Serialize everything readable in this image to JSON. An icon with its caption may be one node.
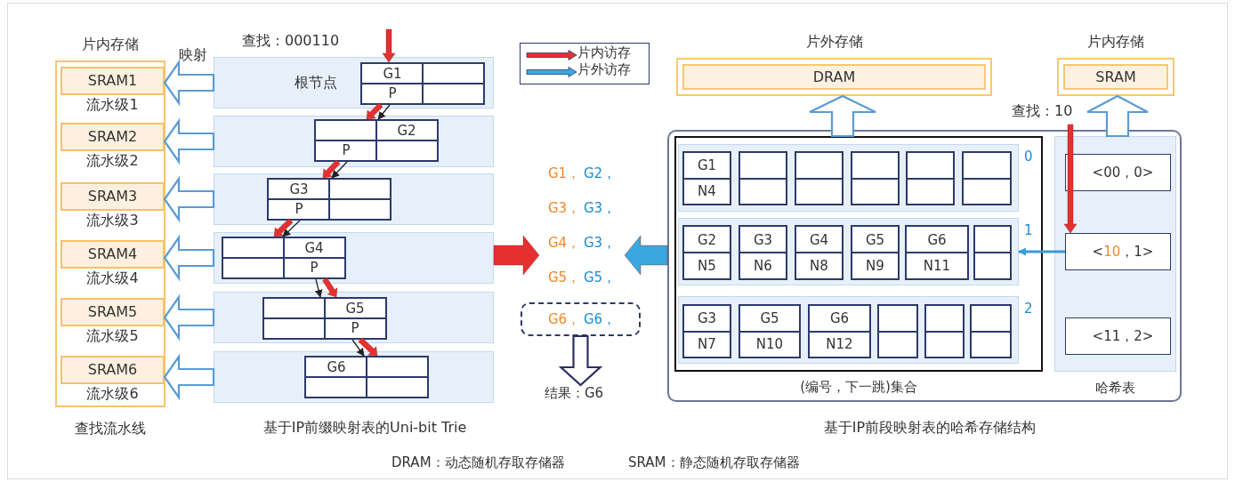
{
  "diagram": {
    "nodes": [
      {
        "text": [
          "片内存储"
        ],
        "beside": [
          "查找流水线"
        ]
      },
      {
        "text": [
          "SRAM1"
        ],
        "in": 0,
        "beside": [
          "流水级1"
        ]
      },
      {
        "text": [
          "SRAM2"
        ],
        "in": 0,
        "beside": [
          "流水级2"
        ]
      },
      {
        "text": [
          "SRAM3"
        ],
        "in": 0,
        "beside": [
          "流水级3"
        ]
      },
      {
        "text": [
          "SRAM4"
        ],
        "in": 0,
        "beside": [
          "流水级4"
        ]
      },
      {
        "text": [
          "SRAM5"
        ],
        "in": 0,
        "beside": [
          "流水级5"
        ]
      },
      {
        "text": [
          "SRAM6"
        ],
        "in": 0,
        "beside": [
          "流水级6"
        ]
      },
      {
        "text": [
          "根节点"
        ]
      },
      {
        "text": [],
        "shape": "box"
      },
      {
        "text": [],
        "shape": "box"
      },
      {
        "text": [],
        "shape": "box"
      },
      {
        "text": [],
        "shape": "box"
      },
      {
        "text": [],
        "shape": "box"
      },
      {
        "text": [
          "G1",
          "P"
        ],
        "in": 7
      },
      {
        "text": [
          "G2",
          "P"
        ],
        "in": 8
      },
      {
        "text": [
          "G3",
          "P"
        ],
        "in": 9
      },
      {
        "text": [
          "G4",
          "P"
        ],
        "in": 10
      },
      {
        "text": [
          "G5",
          "P"
        ],
        "in": 11
      },
      {
        "text": [
          "G6"
        ],
        "in": 12
      },
      {
        "text": [
          "G1，",
          "G2，",
          "G3，",
          "G3，",
          "G4，",
          "G3，",
          "G5，",
          "G5，"
        ]
      },
      {
        "text": [
          "G6，",
          "G6，"
        ]
      },
      {
        "text": [
          "结果：G6"
        ]
      },
      {
        "text": [
          "片外存储",
          "DRAM"
        ]
      },
      {
        "text": [
          "片内存储",
          "SRAM"
        ]
      },
      {
        "text": [],
        "shape": "box"
      },
      {
        "text": [
          "(编号，下一跳)集合"
        ],
        "in": 24
      },
      {
        "text": [],
        "shape": "box",
        "in": 25,
        "beside": [
          "0"
        ]
      },
      {
        "text": [],
        "shape": "box",
        "in": 25,
        "beside": [
          "1"
        ]
      },
      {
        "text": [],
        "shape": "box",
        "in": 25,
        "beside": [
          "2"
        ]
      },
      {
        "text": [
          "G1",
          "N4"
        ],
        "in": 26
      },
      {
        "text": [],
        "shape": "box",
        "in": 26
      },
      {
        "text": [],
        "shape": "box",
        "in": 26
      },
      {
        "text": [],
        "shape": "box",
        "in": 26
      },
      {
        "text": [],
        "shape": "box",
        "in": 26
      },
      {
        "text": [],
        "shape": "box",
        "in": 26
      },
      {
        "text": [
          "G2",
          "N5"
        ],
        "in": 27
      },
      {
        "text": [
          "G3",
          "N6"
        ],
        "in": 27
      },
      {
        "text": [
          "G4",
          "N8"
        ],
        "in": 27
      },
      {
        "text": [
          "G5",
          "N9"
        ],
        "in": 27
      },
      {
        "text": [
          "G6",
          "N11"
        ],
        "in": 27
      },
      {
        "text": [],
        "shape": "box",
        "in": 27
      },
      {
        "text": [
          "G3",
          "N7"
        ],
        "in": 28
      },
      {
        "text": [
          "G5",
          "N10"
        ],
        "in": 28
      },
      {
        "text": [
          "G6",
          "N12"
        ],
        "in": 28
      },
      {
        "text": [],
        "shape": "box",
        "in": 28
      },
      {
        "text": [],
        "shape": "box",
        "in": 28
      },
      {
        "text": [],
        "shape": "box",
        "in": 28
      },
      {
        "text": [
          "哈希表"
        ],
        "in": 24
      },
      {
        "text": [
          "<00，0>"
        ],
        "in": 47
      },
      {
        "text": [
          "<",
          "10",
          "，1>"
        ],
        "in": 47
      },
      {
        "text": [
          "<11，2>"
        ],
        "in": 47
      }
    ],
    "edges": [
      {
        "from": 7,
        "to": 1,
        "arrow": "to",
        "style": "thick"
      },
      {
        "from": 8,
        "to": 2,
        "arrow": "to",
        "style": "thick"
      },
      {
        "from": 9,
        "to": 3,
        "arrow": "to",
        "style": "thick"
      },
      {
        "from": 10,
        "to": 4,
        "arrow": "to",
        "style": "thick"
      },
      {
        "from": 11,
        "to": 5,
        "arrow": "to",
        "style": "thick"
      },
      {
        "from": 12,
        "to": 6,
        "arrow": "to",
        "style": "thick"
      },
      {
        "from": null,
        "to": 13,
        "arrow": "to",
        "style": "thick",
        "color": "#e53030"
      },
      {
        "from": 13,
        "to": 14,
        "arrow": "to",
        "style": "thick",
        "color": "#e53030"
      },
      {
        "from": 13,
        "to": 14,
        "arrow": "to",
        "color": "#222222"
      },
      {
        "from": 14,
        "to": 15,
        "arrow": "to",
        "style": "thick",
        "color": "#e53030"
      },
      {
        "from": 14,
        "to": 15,
        "arrow": "to",
        "color": "#222222"
      },
      {
        "from": 15,
        "to": 16,
        "arrow": "to",
        "style": "thick",
        "color": "#e53030"
      },
      {
        "from": 15,
        "to": 16,
        "arrow": "to",
        "color": "#222222"
      },
      {
        "from": 16,
        "to": 17,
        "arrow": "to",
        "style": "thick",
        "color": "#e53030"
      },
      {
        "from": 16,
        "to": 17,
        "arrow": "to",
        "color": "#222222"
      },
      {
        "from": 17,
        "to": 18,
        "arrow": "to",
        "style": "thick",
        "color": "#e53030"
      },
      {
        "from": 17,
        "to": 18,
        "arrow": "to",
        "color": "#222222"
      },
      {
        "from": 10,
        "to": 19,
        "arrow": "to",
        "style": "thick",
        "color": "#e53030"
      },
      {
        "from": 24,
        "to": 19,
        "arrow": "to",
        "style": "thick",
        "color": "#3aa8e0"
      },
      {
        "from": 20,
        "to": 21,
        "arrow": "to",
        "style": "thick",
        "color": "#2c3060"
      },
      {
        "from": 25,
        "to": 22,
        "arrow": "to",
        "style": "thick"
      },
      {
        "from": 47,
        "to": 23,
        "arrow": "to",
        "style": "thick"
      },
      {
        "from": null,
        "to": 49,
        "arrow": "to",
        "style": "thick",
        "color": "#e53030"
      },
      {
        "from": 49,
        "to": 27,
        "arrow": "to",
        "color": "#3a9ad9"
      }
    ],
    "labels": [
      "映射",
      "查找：000110",
      "基于IP前缀映射表的Uni-bit Trie",
      "查找：10",
      "基于IP前段映射表的哈希存储结构",
      "DRAM：动态随机存取存储器",
      "SRAM：静态随机存取存储器"
    ],
    "legend": [
      {
        "text": "片内访存"
      },
      {
        "text": "片外访存"
      }
    ]
  }
}
